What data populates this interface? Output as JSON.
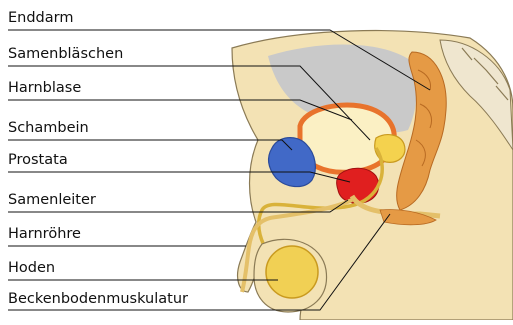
{
  "labels": {
    "enddarm": "Enddarm",
    "samenblaeschen": "Samenbläschen",
    "harnblase": "Harnblase",
    "schambein": "Schambein",
    "prostata": "Prostata",
    "samenleiter": "Samenleiter",
    "harnroehre": "Harnröhre",
    "hoden": "Hoden",
    "beckenboden": "Beckenbodenmuskulatur"
  },
  "colors": {
    "skin": "#f3e2b4",
    "skin_outline": "#8a7a55",
    "cavity": "#c9c9c9",
    "rectum": "#e59a45",
    "bladder_rim": "#e8732c",
    "vesicle": "#f4d24e",
    "prostate": "#e01f1f",
    "pubic_bone": "#4169c7",
    "testis": "#f1d054"
  }
}
